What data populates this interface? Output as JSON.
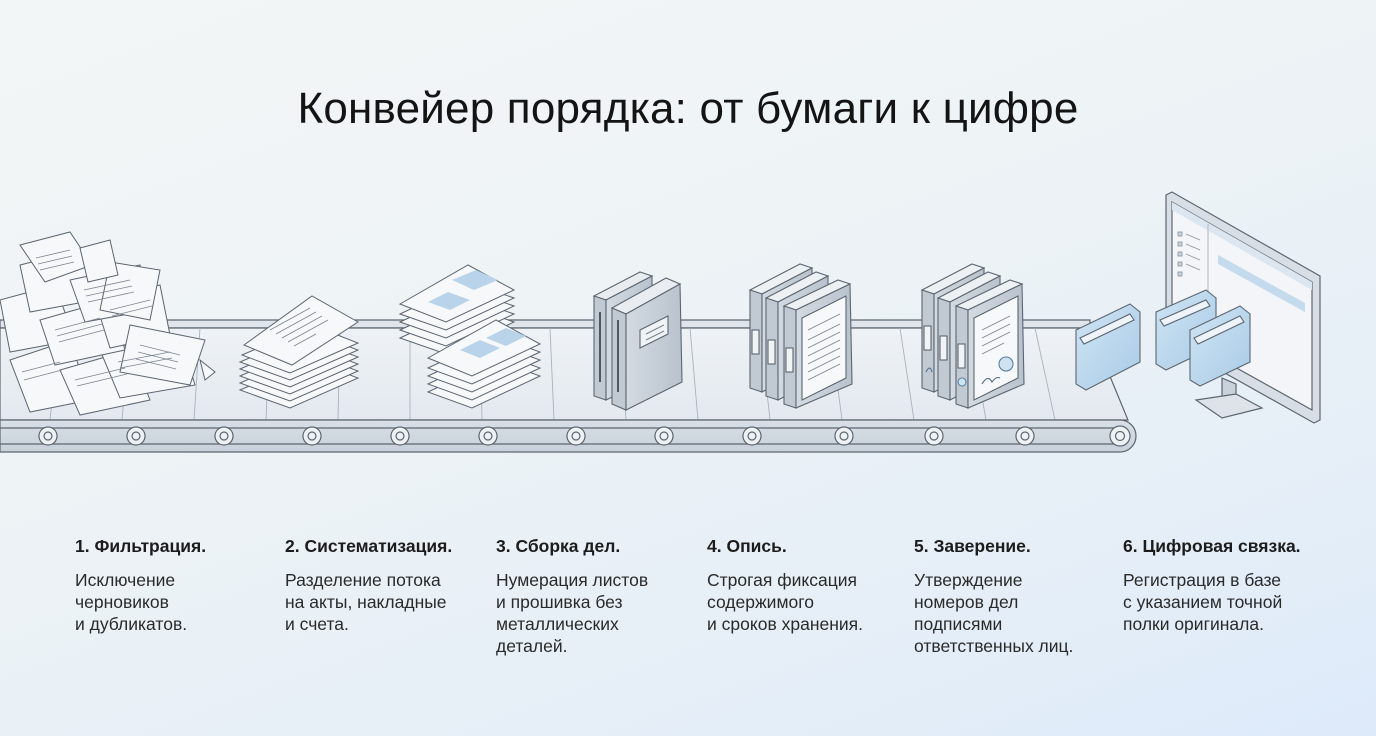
{
  "header": {
    "title": "Конвейер порядка: от бумаги к цифре"
  },
  "colors": {
    "line": "#5c6670",
    "paper": "#f7f8fa",
    "belt": "#e9eef3",
    "frame": "#c9d2db",
    "binder": "#c7cfd8",
    "folder": "#bcd9ee",
    "highlight": "#b9d3ea"
  },
  "steps": [
    {
      "title": "1. Фильтрация.",
      "desc": "Исключение\nчерновиков\nи дубликатов."
    },
    {
      "title": "2. Систематизация.",
      "desc": "Разделение потока\nна акты, накладные\nи счета."
    },
    {
      "title": "3. Сборка дел.",
      "desc": "Нумерация листов\nи прошивка без\nметаллических\nдеталей."
    },
    {
      "title": "4. Опись.",
      "desc": "Строгая фиксация\nсодержимого\nи сроков хранения."
    },
    {
      "title": "5. Заверение.",
      "desc": "Утверждение\nномеров дел\nподписями\nответственных лиц."
    },
    {
      "title": "6. Цифровая связка.",
      "desc": "Регистрация в базе\nс указанием точной\nполки оригинала."
    }
  ],
  "illustration": {
    "stages": [
      "paper-pile-icon",
      "paper-stack-icon",
      "sorted-stacks-icon",
      "stitched-binders-icon",
      "inventory-binders-icon",
      "certified-binders-icon",
      "digital-folders-icon",
      "monitor-icon"
    ],
    "roller_count": 13
  }
}
